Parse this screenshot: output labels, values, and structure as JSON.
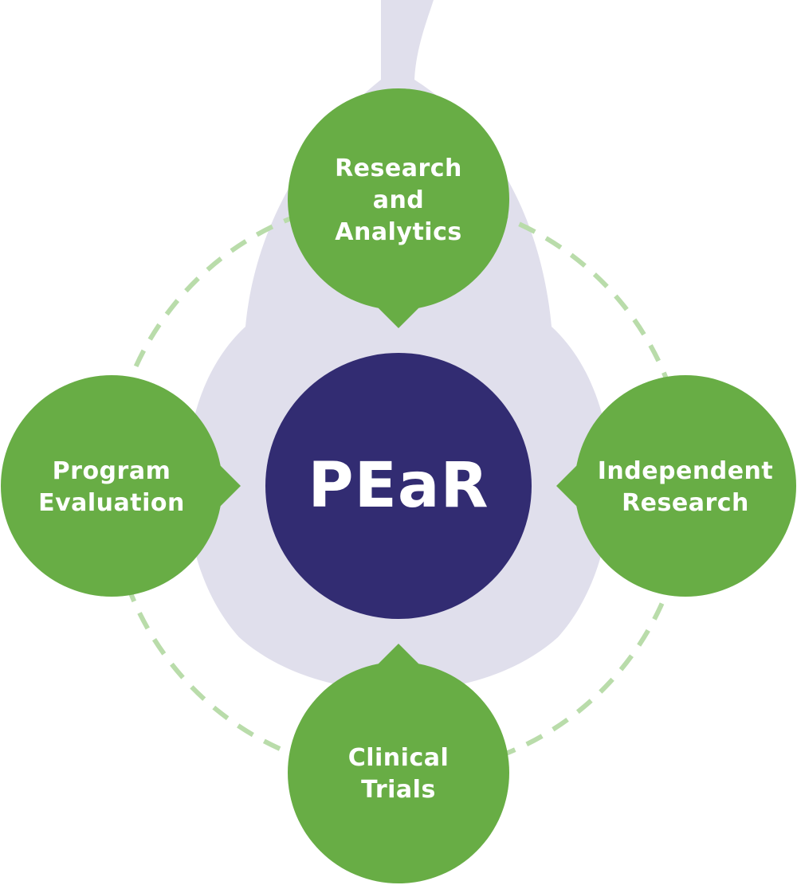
{
  "colors": {
    "background": "#ffffff",
    "pear": "#e0dfec",
    "green": "#68ad45",
    "dash": "#b9dcaa",
    "navy": "#322c72",
    "text": "#ffffff"
  },
  "center": {
    "label": "PEaR"
  },
  "nodes": [
    {
      "id": "top",
      "lines": [
        "Research",
        "and",
        "Analytics"
      ]
    },
    {
      "id": "left",
      "lines": [
        "Program",
        "Evaluation"
      ]
    },
    {
      "id": "right",
      "lines": [
        "Independent",
        "Research"
      ]
    },
    {
      "id": "bottom",
      "lines": [
        "Clinical",
        "Trials"
      ]
    }
  ]
}
